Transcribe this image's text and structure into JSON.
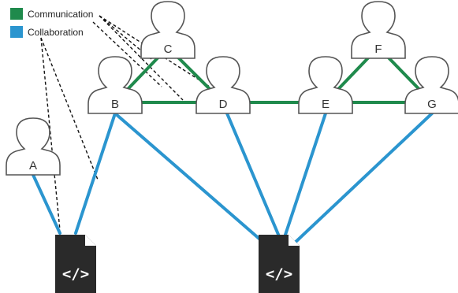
{
  "colors": {
    "communication": "#1f8a4c",
    "collaboration": "#2b95cf",
    "person_outline": "#555555",
    "person_fill": "#ffffff",
    "code_file": "#2a2a2a"
  },
  "legend": {
    "communication_label": "Communication",
    "collaboration_label": "Collaboration"
  },
  "people": [
    {
      "id": "A",
      "label": "A"
    },
    {
      "id": "B",
      "label": "B"
    },
    {
      "id": "C",
      "label": "C"
    },
    {
      "id": "D",
      "label": "D"
    },
    {
      "id": "E",
      "label": "E"
    },
    {
      "id": "F",
      "label": "F"
    },
    {
      "id": "G",
      "label": "G"
    }
  ],
  "files": [
    {
      "id": "file1",
      "icon": "code-file-icon",
      "glyph": "</>"
    },
    {
      "id": "file2",
      "icon": "code-file-icon",
      "glyph": "</>"
    }
  ],
  "communication_edges": [
    [
      "B",
      "C"
    ],
    [
      "C",
      "D"
    ],
    [
      "B",
      "D"
    ],
    [
      "D",
      "E"
    ],
    [
      "E",
      "F"
    ],
    [
      "F",
      "G"
    ],
    [
      "E",
      "G"
    ]
  ],
  "collaboration_edges": [
    [
      "A",
      "file1"
    ],
    [
      "B",
      "file1"
    ],
    [
      "B",
      "file2"
    ],
    [
      "D",
      "file2"
    ],
    [
      "E",
      "file2"
    ],
    [
      "G",
      "file2"
    ]
  ]
}
